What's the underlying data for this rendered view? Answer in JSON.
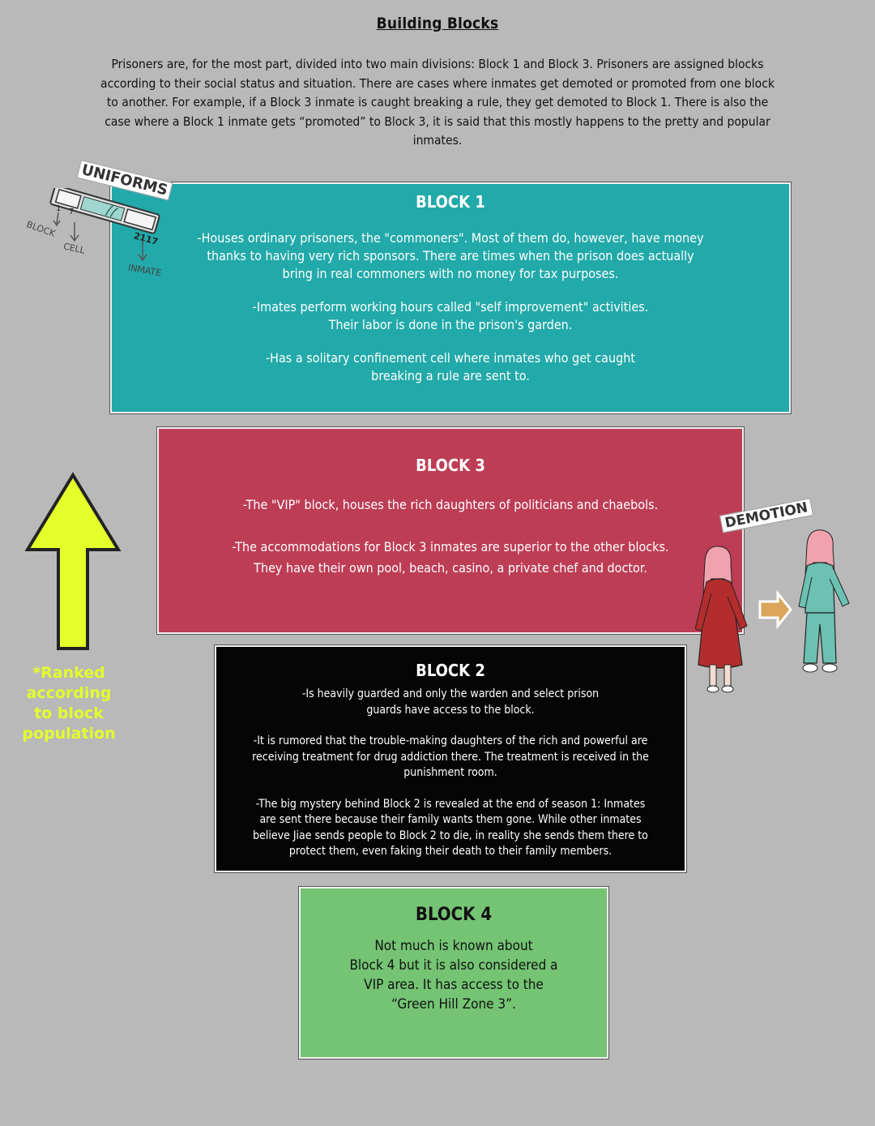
{
  "title": "Building Blocks",
  "intro": "Prisoners are, for the most part, divided into two main divisions: Block 1 and Block 3. Prisoners are assigned blocks according to their social status and situation. There are cases where inmates get demoted or promoted from one block to another. For example, if a Block 3 inmate is caught breaking a rule, they get demoted to Block 1. There is also the case where a Block 1 inmate gets “promoted” to Block 3, it is said that this mostly happens to the pretty and popular inmates.",
  "blocks": {
    "block1": {
      "title": "BLOCK 1",
      "paragraphs": [
        "-Houses ordinary prisoners, the \"commoners\". Most of them do, however, have money\nthanks to having very rich sponsors. There are times when the prison does actually\nbring in real  commoners with no money for tax purposes.",
        "-Imates perform working hours called \"self improvement\" activities.\nTheir labor is done in the prison's garden.",
        "-Has a solitary confinement cell where inmates who get caught\nbreaking a rule are sent to."
      ],
      "color": "#22a9a9"
    },
    "block3": {
      "title": "BLOCK 3",
      "paragraphs": [
        "-The  \"VIP\" block, houses the rich daughters of politicians and chaebols.",
        "-The accommodations for Block 3 inmates are superior to the other blocks.\nThey have their own pool, beach, casino, a private chef and doctor."
      ],
      "color": "#bd3d55"
    },
    "block2": {
      "title": "BLOCK 2",
      "paragraphs": [
        "-Is heavily guarded and only the warden and select prison\nguards have access to the block.",
        "-It is rumored that the trouble-making daughters of the rich and powerful are\nreceiving treatment for drug addiction there. The treatment is received in the\npunishment room.",
        "-The big mystery behind Block 2 is  revealed at the end of season 1: Inmates\nare sent there because their family wants them gone. While other inmates\nbelieve Jiae sends people to Block 2 to die, in reality she sends them there to\nprotect them, even faking their death to their family members."
      ],
      "color": "#050505"
    },
    "block4": {
      "title": "BLOCK 4",
      "paragraphs": [
        "Not much is known about\nBlock 4 but it is also considered a\nVIP area. It has access to the\n“Green Hill Zone 3”."
      ],
      "color": "#74c474"
    }
  },
  "ranked_note": "*Ranked\naccording\nto block\npopulation",
  "uniforms": {
    "label": "UNIFORMS",
    "block_number": "1",
    "cell_number": "7",
    "inmate_number": "2117",
    "block_label": "BLOCK",
    "cell_label": "CELL",
    "inmate_label": "INMATE"
  },
  "demotion": {
    "label": "DEMOTION"
  },
  "colors": {
    "background": "#b9b9b9",
    "arrow": "#e4ff2a",
    "demotion_arrow": "#dba55c"
  }
}
